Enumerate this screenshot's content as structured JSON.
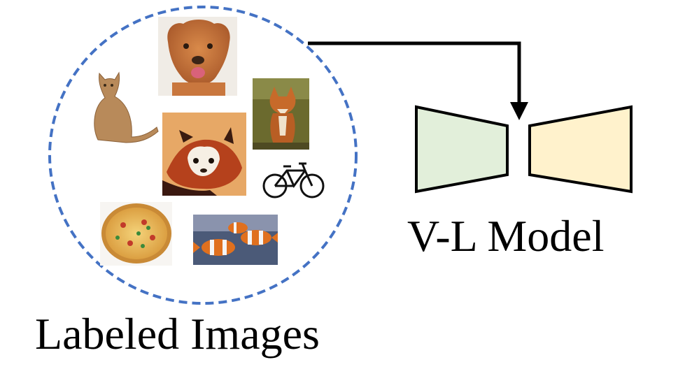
{
  "diagram": {
    "captions": {
      "labeled_images": "Labeled Images",
      "model": "V-L Model"
    },
    "thumbnails": [
      {
        "name": "cat-image"
      },
      {
        "name": "dog-image"
      },
      {
        "name": "fox-image"
      },
      {
        "name": "red-panda-image"
      },
      {
        "name": "bicycle-image"
      },
      {
        "name": "pizza-image"
      },
      {
        "name": "clownfish-image"
      }
    ],
    "colors": {
      "dashed_circle": "#4472C4",
      "encoder_left_fill": "#E2EFDA",
      "encoder_right_fill": "#FFF2CC",
      "stroke": "#000000"
    }
  }
}
